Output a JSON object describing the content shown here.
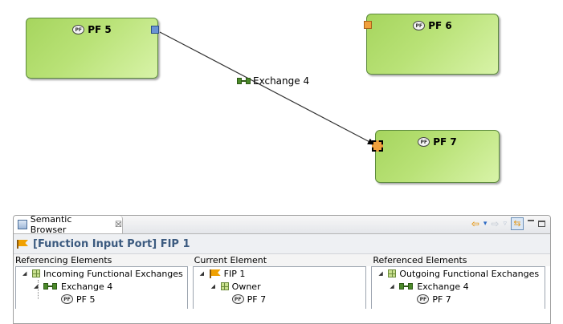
{
  "diagram": {
    "nodes": {
      "pf5": {
        "label": "PF 5",
        "badge": "PF"
      },
      "pf6": {
        "label": "PF 6",
        "badge": "PF"
      },
      "pf7": {
        "label": "PF 7",
        "badge": "PF"
      }
    },
    "exchange": {
      "label": "Exchange 4",
      "icon": "functional-exchange-icon"
    }
  },
  "browser": {
    "tab_title": "Semantic Browser",
    "tab_close": "☒",
    "toolbar": {
      "back": "⇦",
      "back_menu": "▾",
      "forward": "⇨",
      "forward_menu": "▿",
      "toggle": "⇆"
    },
    "heading": "[Function Input Port] FIP 1",
    "columns": {
      "referencing": {
        "header": "Referencing Elements",
        "items": [
          "Incoming Functional Exchanges",
          "Exchange 4",
          "PF 5"
        ]
      },
      "current": {
        "header": "Current Element",
        "items": [
          "FIP 1",
          "Owner",
          "PF 7"
        ]
      },
      "referenced": {
        "header": "Referenced Elements",
        "items": [
          "Outgoing Functional Exchanges",
          "Exchange 4",
          "PF 7"
        ]
      }
    }
  },
  "colors": {
    "node_fill": "#b9e277",
    "node_border": "#5c8a3c",
    "out_port": "#6a93d4",
    "in_port": "#f0a03c",
    "heading_text": "#3b5a7f"
  }
}
